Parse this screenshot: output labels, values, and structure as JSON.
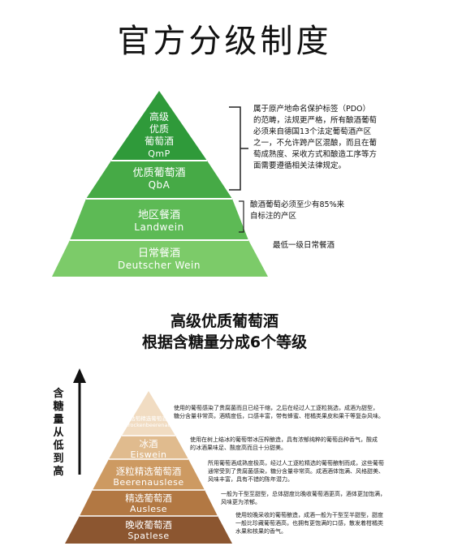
{
  "header": {
    "title": "官方分级制度"
  },
  "pyramid1": {
    "tiers": [
      {
        "name": "高级优质葡萄酒",
        "lines": [
          "高级",
          "优质",
          "葡萄酒"
        ],
        "en": "QmP",
        "color": "#2f9a3a"
      },
      {
        "name": "优质葡萄酒",
        "en": "QbA",
        "color": "#45aa45"
      },
      {
        "name": "地区餐酒",
        "en": "Landwein",
        "color": "#5fbc55"
      },
      {
        "name": "日常餐酒",
        "en": "Deutscher Wein",
        "color": "#7dcc6a"
      }
    ],
    "descriptions": {
      "qmp_qba": [
        "属于原产地命名保护标签（PDO）",
        "的范畴，法规更严格，所有酿酒葡萄",
        "必须来自德国13个法定葡萄酒产区",
        "之一，不允许跨产区混酿，而且在葡",
        "萄成熟度、采收方式和酿造工序等方",
        "面需要遵循相关法律规定。"
      ],
      "landwein": [
        "酿酒葡萄必须至少有85%来",
        "自标注的产区"
      ],
      "deutscher": "最低一级日常餐酒"
    }
  },
  "section2": {
    "title_line1": "高级优质葡萄酒",
    "title_line2": "根据含糖量分成6个等级",
    "axis_label": [
      "含",
      "糖",
      "量",
      "从",
      "低",
      "到",
      "高"
    ]
  },
  "pyramid2": {
    "tiers": [
      {
        "name": "枯萄精选葡萄酒",
        "en": "Trockenbeerenauslese"
      },
      {
        "name": "冰酒",
        "en": "Eiswein"
      },
      {
        "name": "逐粒精选葡萄酒",
        "en": "Beerenauslese"
      },
      {
        "name": "精选葡萄酒",
        "en": "Auslese"
      },
      {
        "name": "晚收葡萄酒",
        "en": "Spatlese"
      }
    ],
    "colors": [
      "#f1dcc2",
      "#e2bd90",
      "#cf9b62",
      "#b57a44",
      "#8e5730"
    ],
    "descriptions": [
      [
        "使用的葡萄感染了贵腐菌而且已经干缩，之后在经过人工逐粒挑选，成酒为甜型，",
        "糖分含量非常高，酒精度低，口感丰富，带有蜂蜜、柑橘类果皮和果干等复杂风味。"
      ],
      [
        "使用在树上结冰的葡萄带冰压榨酿造，具有浓郁纯粹的葡萄品种香气，酸成",
        "的冰酒果味足、酸度高而且十分甜美。"
      ],
      [
        "所用葡萄酒成熟度极高，经过人工逐粒精选的葡萄酿制而成，这些葡萄",
        "通常受到了贵腐菌感染，糖分含量非常高。成酒酒体饱满、风格甜美、",
        "风味丰富，具有不错的陈年潜力。"
      ],
      [
        "一般为干型至甜型，总体甜度比晚收葡萄酒更高，酒体更加饱满，",
        "风味更为浓郁。"
      ],
      [
        "使用较晚采收的葡萄酿造，成酒一般为干型至半甜型，甜度",
        "一般比珍藏葡萄酒高，也拥有更饱满的口感，散发着柑橘类",
        "水果和核果的香气。"
      ]
    ]
  }
}
